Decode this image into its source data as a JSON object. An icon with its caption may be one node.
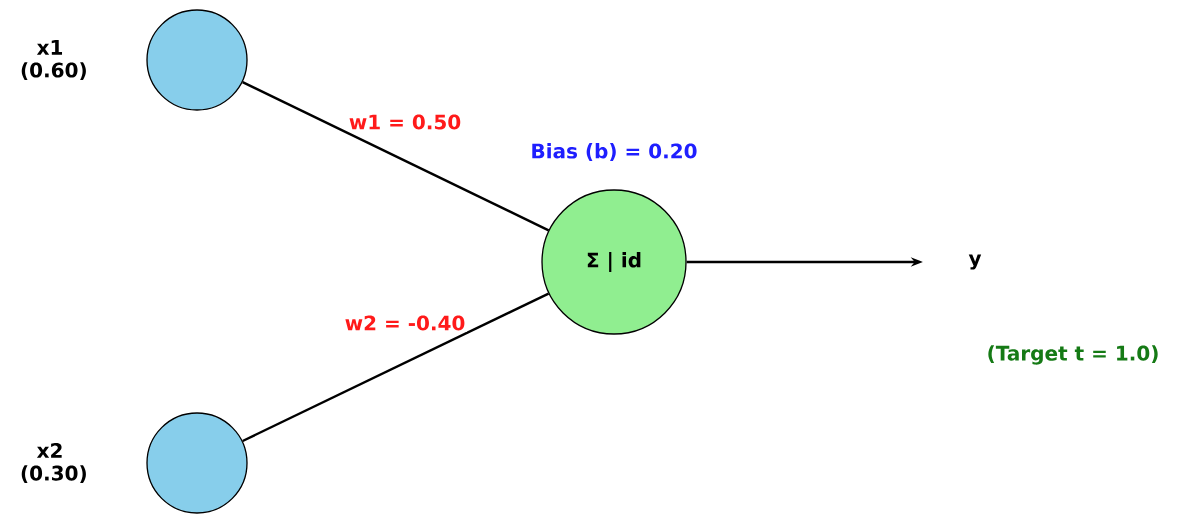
{
  "diagram": {
    "nodes": [
      {
        "text": [],
        "shape": "circle",
        "beside": [
          "x1 (0.60)"
        ]
      },
      {
        "text": [],
        "shape": "circle",
        "beside": [
          "x2 (0.30)"
        ]
      },
      {
        "text": [
          "Σ | id"
        ],
        "beside": [
          "Bias (b) = 0.20"
        ]
      },
      {
        "text": [
          "y"
        ],
        "beside": [
          "(Target t = 1.0)"
        ]
      }
    ],
    "edges": [
      {
        "from": 0,
        "to": 2,
        "arrow": "none",
        "label": "w1 = 0.50"
      },
      {
        "from": 1,
        "to": 2,
        "arrow": "none",
        "label": "w2 = -0.40"
      },
      {
        "from": 2,
        "to": 3,
        "arrow": "to"
      }
    ]
  }
}
